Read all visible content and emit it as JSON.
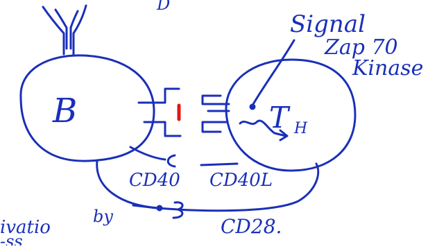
{
  "cells": {
    "b_cell_label": "B",
    "t_cell_label_main": "T",
    "t_cell_label_sub": "H"
  },
  "labels": {
    "top_fragment": "D",
    "signal": "Signal",
    "zap70": "Zap 70",
    "kinase": "Kinase",
    "cd40": "CD40",
    "cd40l": "CD40L",
    "cd28": "CD28.",
    "by": "by",
    "activation_fragment": "ivatio",
    "bottom_left_fragment": "-ss"
  },
  "colors": {
    "ink": "#1a2fb8",
    "marker": "#e01818",
    "background": "#ffffff"
  }
}
